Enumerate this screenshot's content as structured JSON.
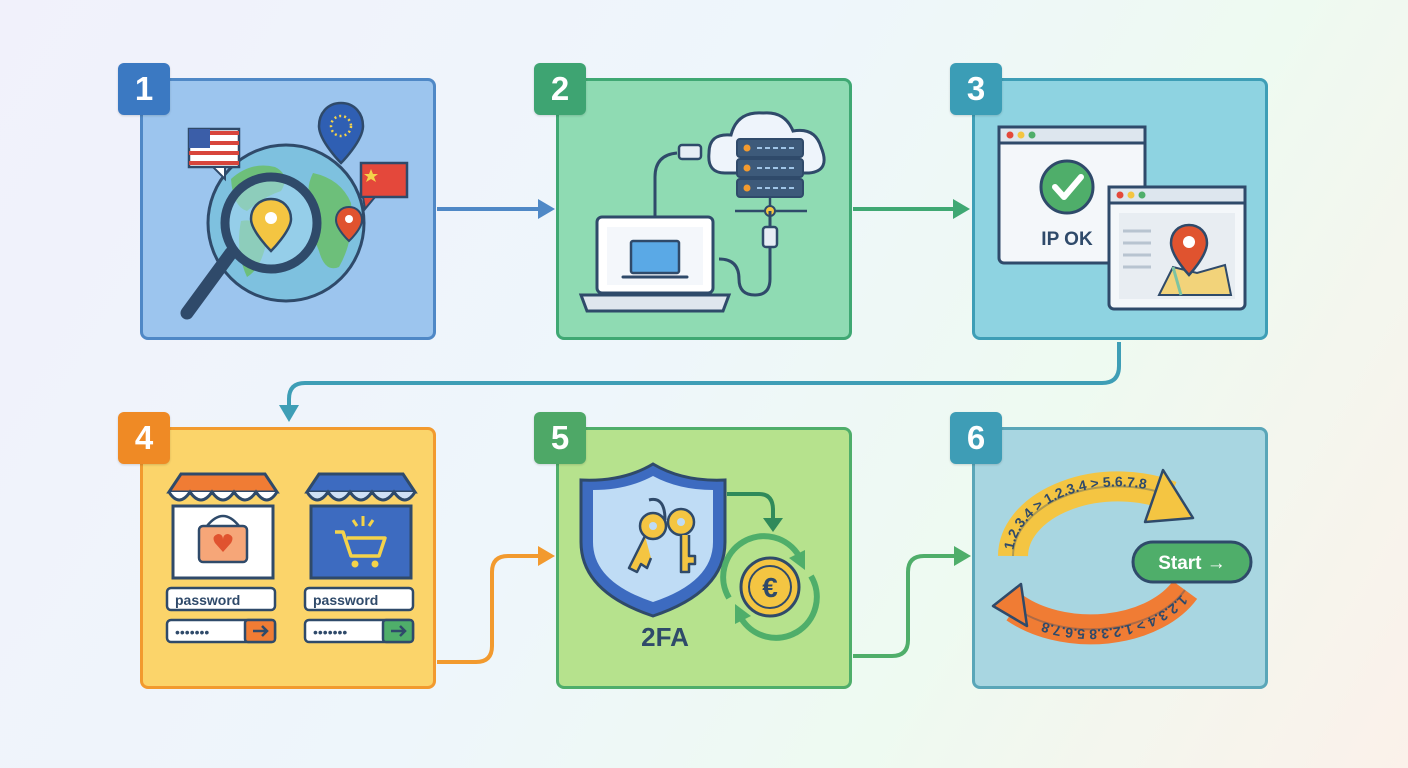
{
  "steps": [
    {
      "number": "1"
    },
    {
      "number": "2"
    },
    {
      "number": "3",
      "status_label": "IP OK"
    },
    {
      "number": "4",
      "field_label_a": "password",
      "field_label_b": "password",
      "masked_a": "•••••••",
      "masked_b": "•••••••"
    },
    {
      "number": "5",
      "auth_label": "2FA",
      "currency_symbol": "€"
    },
    {
      "number": "6",
      "cycle_top": "1.2.3.4 > 1.2.3.4 > 5.6.7.8",
      "cycle_bottom": "1.2.3.4 > 1.2.3.8 5.6.7.8",
      "start_label": "Start →"
    }
  ],
  "colors": {
    "step1": "#3b79c2",
    "step2": "#3ea472",
    "step3": "#3b9db6",
    "step4": "#ef8a25",
    "step5": "#4ea867",
    "step6": "#3e9db6"
  },
  "icons": [
    "globe-icon",
    "magnifier-icon",
    "flag-us-icon",
    "flag-eu-pin-icon",
    "flag-cn-icon",
    "laptop-icon",
    "cloud-server-icon",
    "cable-icon",
    "browser-window-icon",
    "checkmark-icon",
    "map-pin-icon",
    "shop-icon",
    "basket-icon",
    "cart-icon",
    "shield-icon",
    "keys-icon",
    "euro-coin-icon",
    "cycle-arrows-icon"
  ]
}
